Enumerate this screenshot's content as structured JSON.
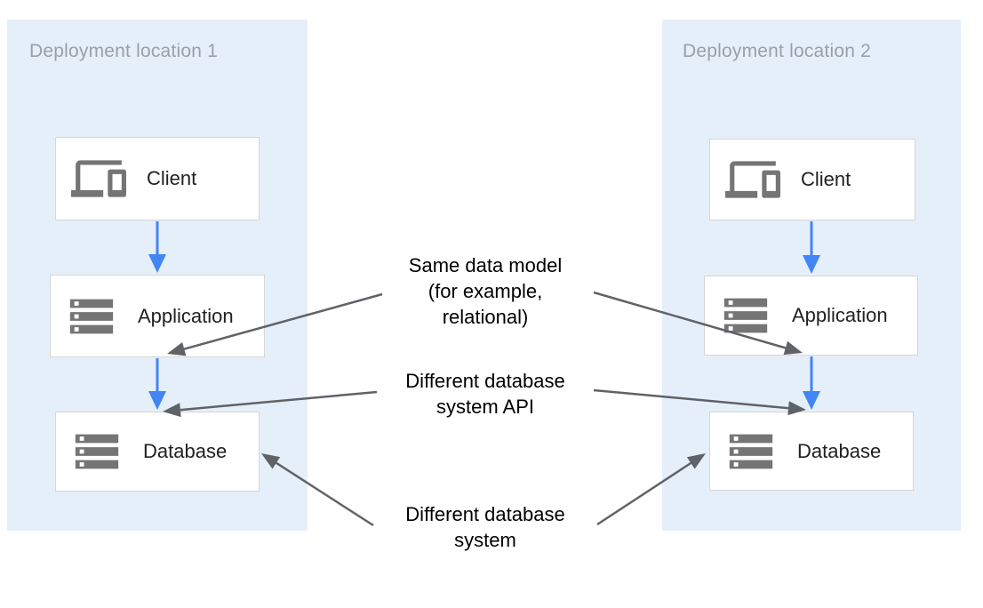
{
  "diagram": {
    "panels": [
      {
        "title": "Deployment location 1",
        "nodes": [
          {
            "label": "Client"
          },
          {
            "label": "Application"
          },
          {
            "label": "Database"
          }
        ]
      },
      {
        "title": "Deployment location 2",
        "nodes": [
          {
            "label": "Client"
          },
          {
            "label": "Application"
          },
          {
            "label": "Database"
          }
        ]
      }
    ],
    "annotations": [
      {
        "text": "Same data model\n(for example,\nrelational)"
      },
      {
        "text": "Different database\nsystem API"
      },
      {
        "text": "Different database\nsystem"
      }
    ],
    "colors": {
      "panel_bg": "#e5effa",
      "flow_arrow": "#4285f4",
      "annotation_arrow": "#5f6368",
      "icon": "#757575",
      "title_text": "#9aa0a6",
      "box_border": "#d6d6d6",
      "label_text": "#212121"
    }
  }
}
